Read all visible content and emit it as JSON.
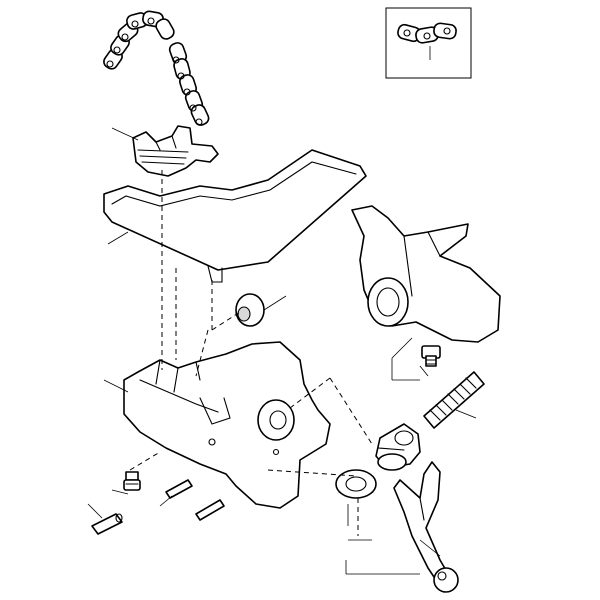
{
  "diagram": {
    "parts": [
      {
        "name": "chain-assembly"
      },
      {
        "name": "chain-jaw"
      },
      {
        "name": "handle-tray"
      },
      {
        "name": "chain-link-detail"
      },
      {
        "name": "vise-yoke"
      },
      {
        "name": "roller"
      },
      {
        "name": "vise-base-body"
      },
      {
        "name": "set-screw"
      },
      {
        "name": "spring"
      },
      {
        "name": "screw-nut"
      },
      {
        "name": "washer"
      },
      {
        "name": "lever-handle"
      },
      {
        "name": "grease-fitting"
      },
      {
        "name": "roll-pin"
      },
      {
        "name": "dowel-pin"
      }
    ]
  }
}
